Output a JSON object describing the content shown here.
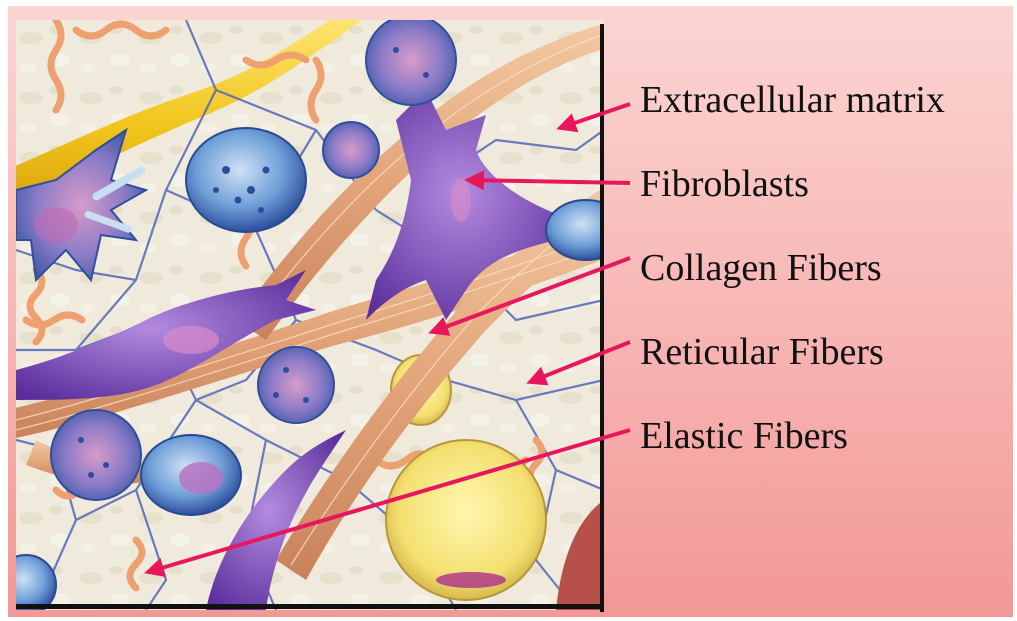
{
  "labels": [
    {
      "id": "extracellular-matrix",
      "text": "Extracellular matrix"
    },
    {
      "id": "fibroblasts",
      "text": "Fibroblasts"
    },
    {
      "id": "collagen-fibers",
      "text": "Collagen Fibers"
    },
    {
      "id": "reticular-fibers",
      "text": "Reticular Fibers"
    },
    {
      "id": "elastic-fibers",
      "text": "Elastic Fibers"
    }
  ],
  "colors": {
    "pointer": "#e8175d",
    "matrix": "#efeadc",
    "collagen": "#e8b48a",
    "fibroblast": "#7a4fb8",
    "reticular": "#5a6cb8",
    "elastic": "#f0a070",
    "yellow_fiber": "#f4cf2a",
    "background_top": "#fbd5d3",
    "background_bottom": "#f29896"
  }
}
